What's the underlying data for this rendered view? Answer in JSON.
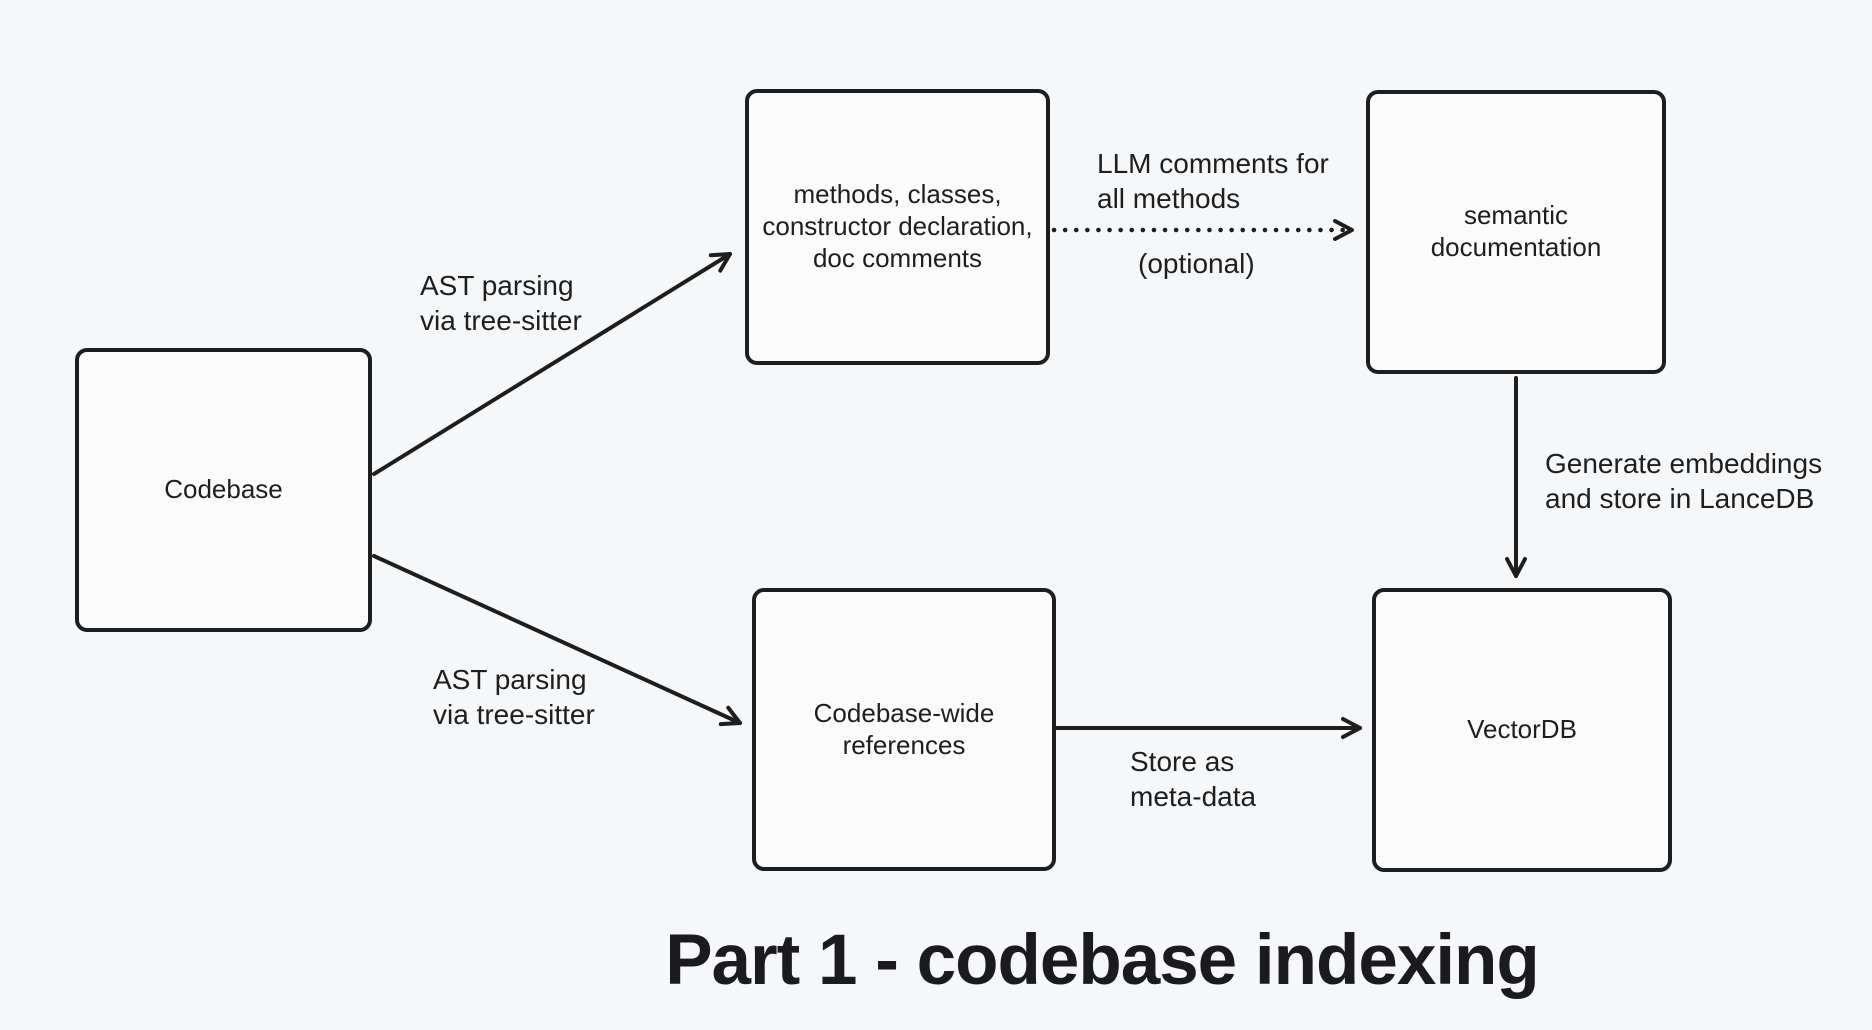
{
  "page": {
    "title": "Part 1 - codebase indexing"
  },
  "nodes": {
    "codebase": {
      "label": "Codebase"
    },
    "extracted_symbols": {
      "label": "methods, classes,\nconstructor declaration,\ndoc comments"
    },
    "semantic_documentation": {
      "label": "semantic documentation"
    },
    "codebase_wide_references": {
      "label": "Codebase-wide\nreferences"
    },
    "vectordb": {
      "label": "VectorDB"
    }
  },
  "edges": {
    "ast_parsing_top": {
      "label": "AST parsing\nvia tree-sitter"
    },
    "llm_comments": {
      "label": "LLM comments for\nall methods",
      "note": "(optional)"
    },
    "generate_embeddings": {
      "label": "Generate embeddings\nand store in LanceDB"
    },
    "ast_parsing_bottom": {
      "label": "AST parsing\nvia tree-sitter"
    },
    "store_as_metadata": {
      "label": "Store as\nmeta-data"
    }
  },
  "colors": {
    "background": "#f6f7f8",
    "stroke": "#1e1e1e",
    "text": "#1e1e1e"
  }
}
